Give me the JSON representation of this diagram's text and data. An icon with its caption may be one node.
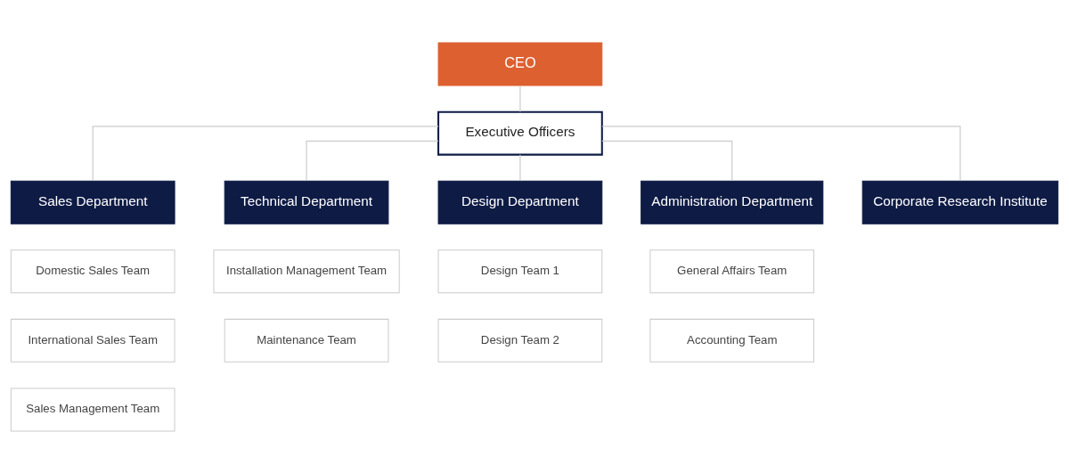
{
  "diagram": {
    "nodes": [
      {
        "text": [
          "CEO"
        ]
      },
      {
        "text": [
          "Executive Officers"
        ]
      },
      {
        "text": [
          "Sales Department"
        ]
      },
      {
        "text": [
          "Domestic Sales Team"
        ]
      },
      {
        "text": [
          "International Sales Team"
        ]
      },
      {
        "text": [
          "Sales Management Team"
        ]
      },
      {
        "text": [
          "Technical Department"
        ]
      },
      {
        "text": [
          "Installation Management Team"
        ]
      },
      {
        "text": [
          "Maintenance Team"
        ]
      },
      {
        "text": [
          "Design Department"
        ]
      },
      {
        "text": [
          "Design Team 1"
        ]
      },
      {
        "text": [
          "Design Team 2"
        ]
      },
      {
        "text": [
          "Administration Department"
        ]
      },
      {
        "text": [
          "General Affairs Team"
        ]
      },
      {
        "text": [
          "Accounting Team"
        ]
      },
      {
        "text": [
          "Corporate Research Institute"
        ]
      }
    ],
    "edges": [
      {
        "from": 0,
        "to": 1,
        "arrow": "none"
      },
      {
        "from": 1,
        "to": 2,
        "arrow": "none"
      },
      {
        "from": 1,
        "to": 6,
        "arrow": "none"
      },
      {
        "from": 1,
        "to": 9,
        "arrow": "none"
      },
      {
        "from": 1,
        "to": 12,
        "arrow": "none"
      },
      {
        "from": 1,
        "to": 15,
        "arrow": "none"
      }
    ]
  }
}
